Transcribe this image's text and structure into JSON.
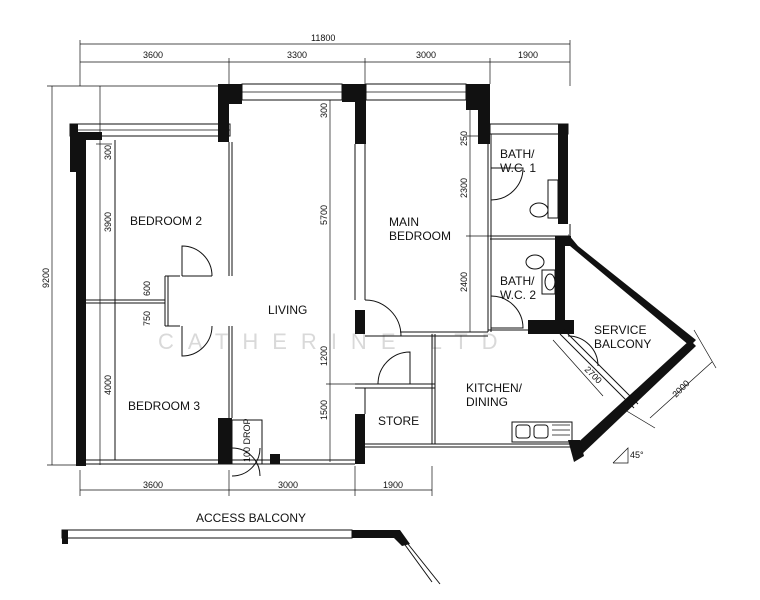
{
  "dimensions": {
    "overall_width": "11800",
    "top": [
      "3600",
      "3300",
      "3000",
      "1900"
    ],
    "bottom": [
      "3600",
      "3000",
      "1900"
    ],
    "overall_height": "9200",
    "left": [
      "300",
      "3900",
      "600",
      "750",
      "4000"
    ],
    "middle": [
      "300",
      "5700",
      "1200",
      "1500"
    ],
    "right": [
      "250",
      "2300",
      "2400"
    ],
    "service_a": "2700",
    "service_b": "2000",
    "angle": "45°",
    "drop": "100 DROP"
  },
  "rooms": {
    "bedroom2": "BEDROOM 2",
    "bedroom3": "BEDROOM 3",
    "living": "LIVING",
    "main_bedroom_1": "MAIN",
    "main_bedroom_2": "BEDROOM",
    "bath1_1": "BATH/",
    "bath1_2": "W.C. 1",
    "bath2_1": "BATH/",
    "bath2_2": "W.C. 2",
    "service_1": "SERVICE",
    "service_2": "BALCONY",
    "kitchen_1": "KITCHEN/",
    "kitchen_2": "DINING",
    "store": "STORE"
  },
  "access_balcony": "ACCESS BALCONY",
  "watermark": "CATHERINE LTD"
}
